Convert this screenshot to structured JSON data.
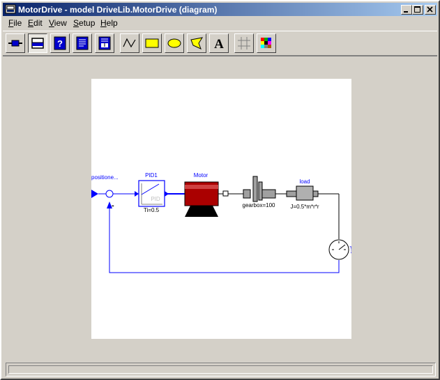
{
  "window": {
    "title": "MotorDrive - model DriveLib.MotorDrive (diagram)"
  },
  "menu": {
    "file": {
      "accel": "F",
      "rest": "ile"
    },
    "edit": {
      "accel": "E",
      "rest": "dit"
    },
    "view": {
      "accel": "V",
      "rest": "iew"
    },
    "setup": {
      "accel": "S",
      "rest": "etup"
    },
    "help": {
      "accel": "H",
      "rest": "elp"
    }
  },
  "toolbar": {
    "icons": [
      "connect-mode-icon",
      "print-icon",
      "help-icon",
      "document-icon",
      "document-info-icon",
      "line-icon",
      "rectangle-icon",
      "ellipse-icon",
      "polygon-icon",
      "text-icon",
      "grid-icon",
      "color-palette-icon"
    ],
    "text_tool_glyph": "A"
  },
  "diagram": {
    "input_label": "positione...",
    "minus_sign": "-",
    "pid_name": "PID1",
    "pid_inner": "PID",
    "pid_param": "Ti=0.5",
    "motor_name": "Motor",
    "gearbox_label": "gearbox=100",
    "load_name": "load",
    "load_param": "J=0.5*m*r*r",
    "sensor_label": "phi",
    "colors": {
      "signal": "#0000ff",
      "motor": "#aa0000",
      "axis": "#000000"
    }
  }
}
